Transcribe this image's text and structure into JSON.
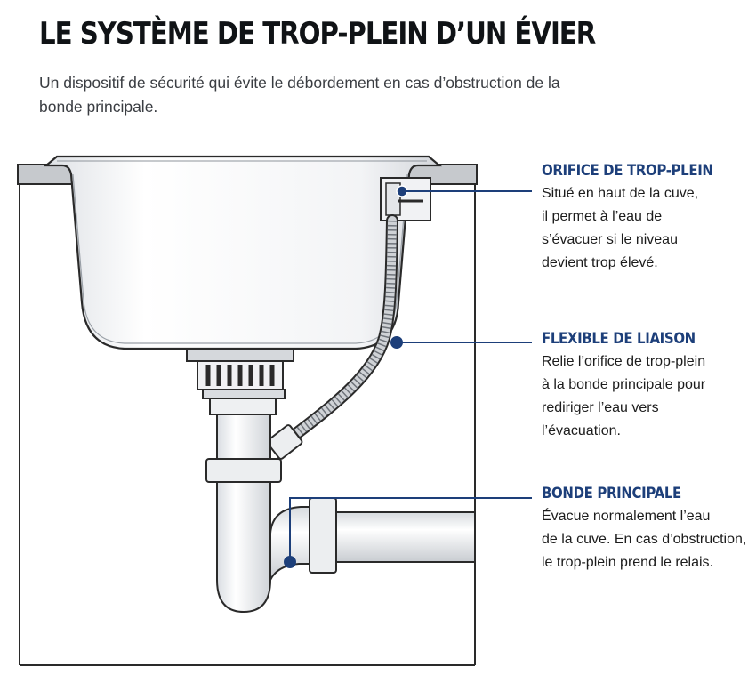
{
  "title": "LE SYSTÈME DE TROP-PLEIN D’UN ÉVIER",
  "subtitle": "Un dispositif de sécurité qui évite le débordement en cas d’obstruction de la bonde principale.",
  "colors": {
    "accent": "#1d3f7a",
    "line": "#2a2a2a",
    "pipe": "#f2f4f6",
    "shade": "#c9ccd1"
  },
  "callouts": [
    {
      "title": "ORIFICE DE TROP-PLEIN",
      "text": "Situé en haut de la cuve,\nil permet à l’eau de\ns’évacuer si le niveau\ndevient trop élevé."
    },
    {
      "title": "FLEXIBLE DE LIAISON",
      "text": "Relie l’orifice de trop-plein\nà la bonde principale pour\nrediriger l’eau vers\nl’évacuation."
    },
    {
      "title": "BONDE PRINCIPALE",
      "text": "Évacue normalement l’eau\nde la cuve. En cas d’obstruction,\nle trop-plein prend le relais."
    }
  ]
}
